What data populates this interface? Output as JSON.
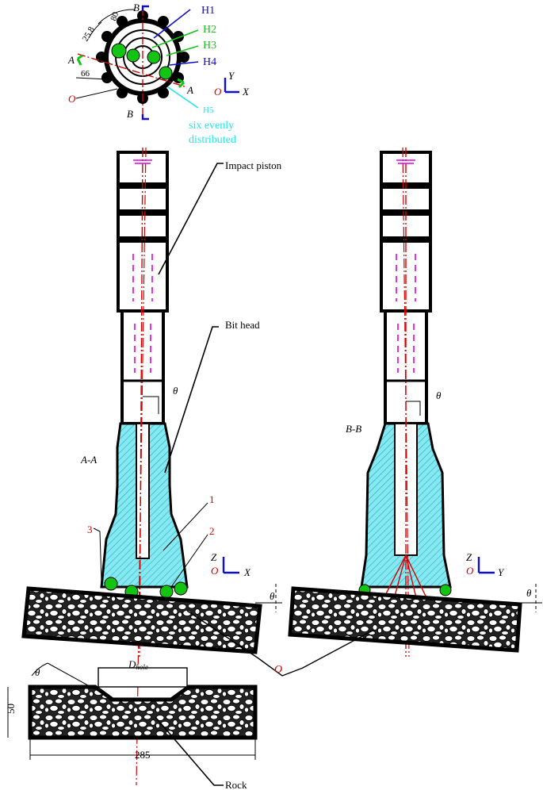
{
  "labels": {
    "impact_piston": "Impact piston",
    "bit_head": "Bit head",
    "rock": "Rock",
    "section_aa": "A-A",
    "section_bb": "B-B",
    "origin": "O",
    "part_1": "1",
    "part_2": "2",
    "part_3": "3"
  },
  "top_view": {
    "holes": [
      "H1",
      "H2",
      "H3",
      "H4",
      "H5"
    ],
    "note_line1": "six evenly",
    "note_line2": "distributed",
    "dim_80": "80",
    "dim_25": "25.8",
    "dim_66": "66",
    "cut_a": "A",
    "cut_b": "B",
    "axis_y": "Y",
    "axis_x": "X",
    "axis_o": "O"
  },
  "axes": {
    "left": {
      "z": "Z",
      "o": "O",
      "x": "X"
    },
    "right": {
      "z": "Z",
      "o": "O",
      "y": "Y"
    }
  },
  "dimensions": {
    "hole_d": "D",
    "hole_sub": "hole",
    "rock_thickness": "50",
    "rock_width": "285",
    "angle_mark": "θ"
  },
  "colors": {
    "hole_h1": "#1010cc",
    "hole_h2": "#13c413",
    "hole_h3": "#13c413",
    "hole_h4": "#1010cc",
    "hole_h5": "#22e6ee",
    "centerline": "#d40000",
    "bit_fill": "#7fe6ef",
    "piston_dash": "#e000e0"
  }
}
